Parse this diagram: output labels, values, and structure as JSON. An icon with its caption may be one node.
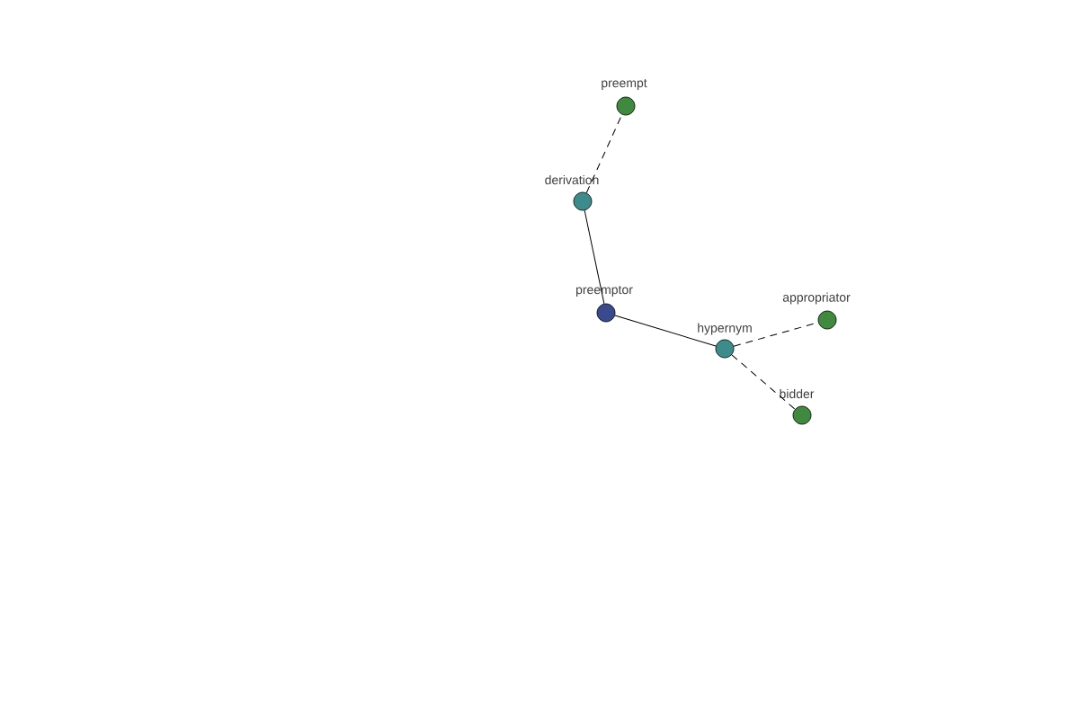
{
  "diagram": {
    "nodes": [
      {
        "text": [],
        "shape": "circle",
        "beside": [
          "preempt"
        ]
      },
      {
        "text": [],
        "shape": "circle",
        "beside": [
          "derivation"
        ]
      },
      {
        "text": [],
        "shape": "circle",
        "beside": [
          "preemptor"
        ]
      },
      {
        "text": [],
        "shape": "circle",
        "beside": [
          "hypernym"
        ]
      },
      {
        "text": [],
        "shape": "circle",
        "beside": [
          "appropriator"
        ]
      },
      {
        "text": [],
        "shape": "circle",
        "beside": [
          "bidder"
        ]
      }
    ],
    "edges": [
      {
        "from": 1,
        "to": 0,
        "arrow": "none",
        "style": "dashed"
      },
      {
        "from": 2,
        "to": 1,
        "arrow": "none"
      },
      {
        "from": 2,
        "to": 3,
        "arrow": "none"
      },
      {
        "from": 3,
        "to": 4,
        "arrow": "none",
        "style": "dashed"
      },
      {
        "from": 3,
        "to": 5,
        "arrow": "none",
        "style": "dashed"
      }
    ]
  }
}
